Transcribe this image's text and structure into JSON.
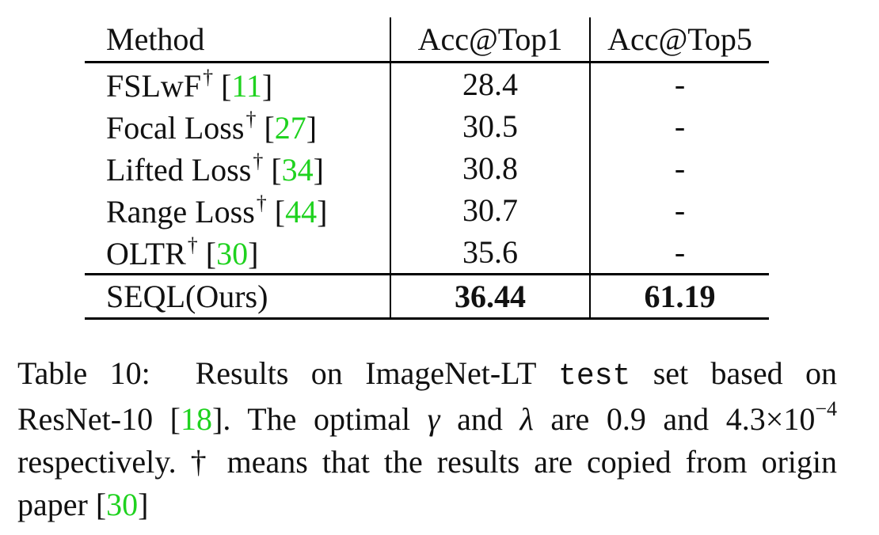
{
  "table": {
    "columns": [
      "Method",
      "Acc@Top1",
      "Acc@Top5"
    ],
    "rows": [
      {
        "method": "FSLwF",
        "dagger": "†",
        "cite": "11",
        "top1": "28.4",
        "top5": "-"
      },
      {
        "method": "Focal Loss",
        "dagger": "†",
        "cite": "27",
        "top1": "30.5",
        "top5": "-"
      },
      {
        "method": "Lifted Loss",
        "dagger": "†",
        "cite": "34",
        "top1": "30.8",
        "top5": "-"
      },
      {
        "method": "Range Loss",
        "dagger": "†",
        "cite": "44",
        "top1": "30.7",
        "top5": "-"
      },
      {
        "method": "OLTR",
        "dagger": "†",
        "cite": "30",
        "top1": "35.6",
        "top5": "-"
      }
    ],
    "ours": {
      "method": "SEQL(Ours)",
      "top1": "36.44",
      "top5": "61.19"
    }
  },
  "caption": {
    "label": "Table 10:",
    "text1": "Results on ImageNet-LT",
    "mono": "test",
    "text2": "set based on",
    "text3": "ResNet-10 [",
    "cite1": "18",
    "text4": "]. The optimal",
    "gamma": "γ",
    "text5": "and",
    "lambda": "λ",
    "text6": "are 0.9 and",
    "num": "4.3×10",
    "exp": "−4",
    "text7": "respectively. † means that the results are copied from origin",
    "text8": "paper [",
    "cite2": "30",
    "text9": "]"
  },
  "colors": {
    "citation": "#1fd21f",
    "text": "#111111"
  }
}
